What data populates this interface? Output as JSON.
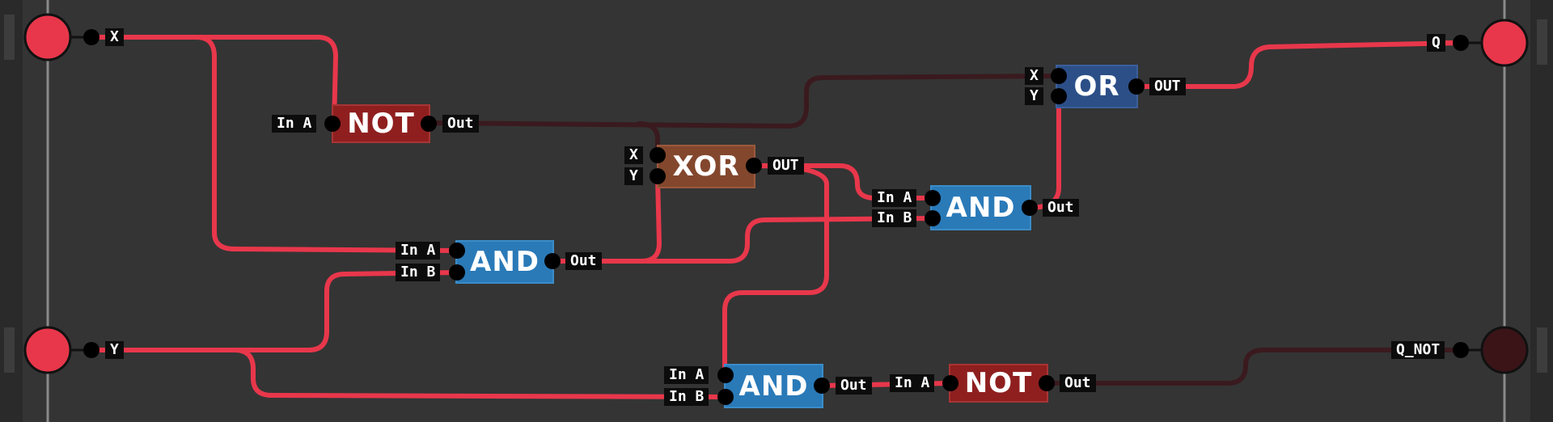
{
  "colors": {
    "background": "#343434",
    "wire_active": "#e8374b",
    "wire_inactive": "#3a1a1e",
    "io_on": "#e8374b",
    "io_off": "#3b1418",
    "not_gate": "#8f1f1f",
    "and_gate": "#2a7ab8",
    "or_gate": "#2c4f88",
    "xor_gate": "#83472d",
    "pin": "#000000",
    "label_bg": "#0c0c0c"
  },
  "inputs": {
    "x": {
      "label": "X",
      "state": "on"
    },
    "y": {
      "label": "Y",
      "state": "on"
    }
  },
  "outputs": {
    "q": {
      "label": "Q",
      "state": "on"
    },
    "q_not": {
      "label": "Q_NOT",
      "state": "off"
    }
  },
  "gates": {
    "not_top": {
      "title": "NOT",
      "in_a": "In A",
      "out": "Out"
    },
    "xor": {
      "title": "XOR",
      "in_x": "X",
      "in_y": "Y",
      "out": "OUT"
    },
    "and_mid": {
      "title": "AND",
      "in_a": "In A",
      "in_b": "In B",
      "out": "Out"
    },
    "and_right": {
      "title": "AND",
      "in_a": "In A",
      "in_b": "In B",
      "out": "Out"
    },
    "or": {
      "title": "OR",
      "in_x": "X",
      "in_y": "Y",
      "out": "OUT"
    },
    "and_bottom": {
      "title": "AND",
      "in_a": "In A",
      "in_b": "In B",
      "out": "Out"
    },
    "not_bottom": {
      "title": "NOT",
      "in_a": "In A",
      "out": "Out"
    }
  }
}
